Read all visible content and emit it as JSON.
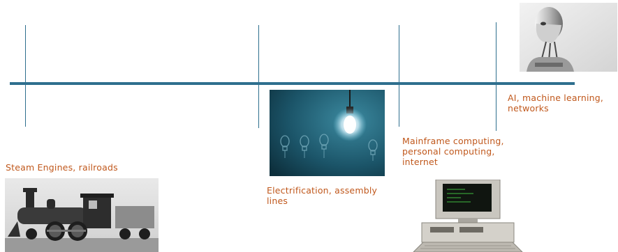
{
  "colors": {
    "axis": "#2e6f8e",
    "label": "#c0581c"
  },
  "eras": [
    {
      "label": "Steam Engines, railroads",
      "image": "steam-locomotive-photo"
    },
    {
      "label": "Electrification, assembly\nlines",
      "image": "light-bulbs-photo"
    },
    {
      "label": "Mainframe computing,\npersonal computing,\ninternet",
      "image": "personal-computer-photo"
    },
    {
      "label": "AI, machine learning,\nnetworks",
      "image": "robot-head-photo"
    }
  ]
}
